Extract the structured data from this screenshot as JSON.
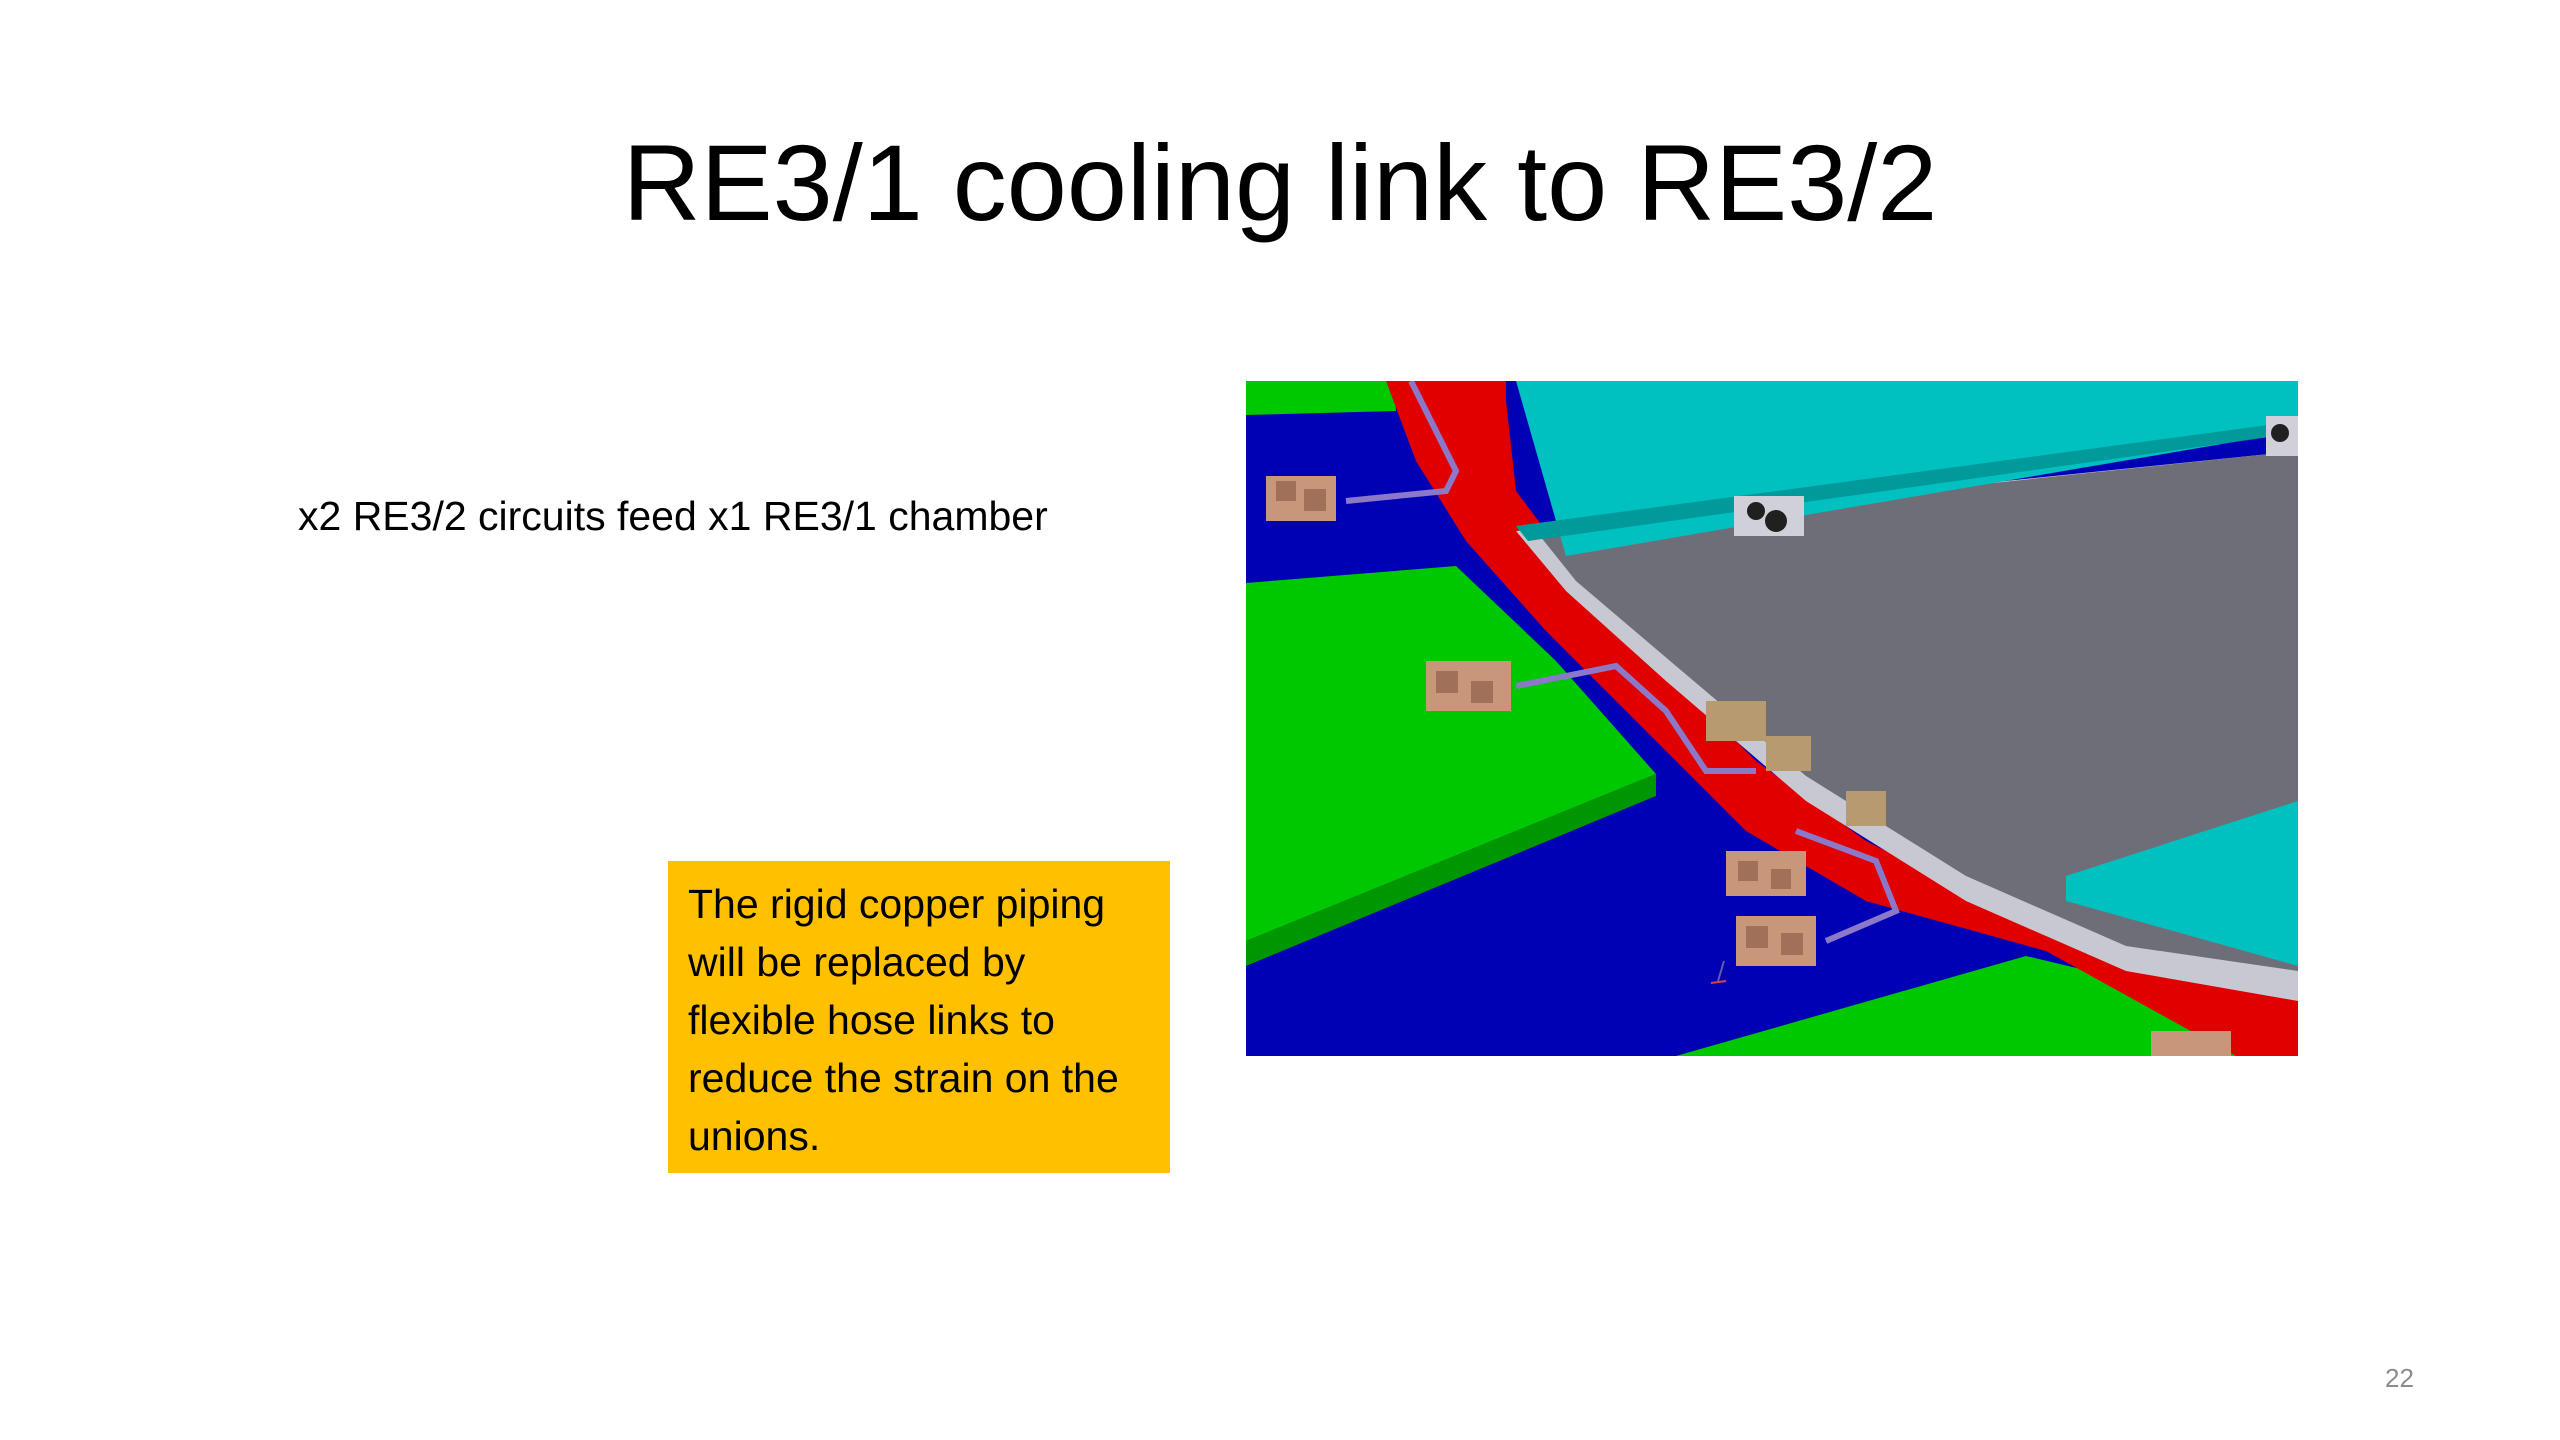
{
  "slide": {
    "title": "RE3/1 cooling link to RE3/2",
    "bullet": "x2 RE3/2 circuits feed x1 RE3/1 chamber",
    "callout": "The rigid copper piping will be replaced by flexible hose links to reduce the strain on the unions.",
    "page_number": "22"
  },
  "figure": {
    "colors": {
      "green": "#00c800",
      "blue": "#0000b4",
      "red": "#e00000",
      "cyan": "#00c0c0",
      "gray_plate": "#6e6e78",
      "light_gray": "#c8c8d2",
      "pipe": "#8c78c8",
      "fittings": "#c89678"
    }
  }
}
